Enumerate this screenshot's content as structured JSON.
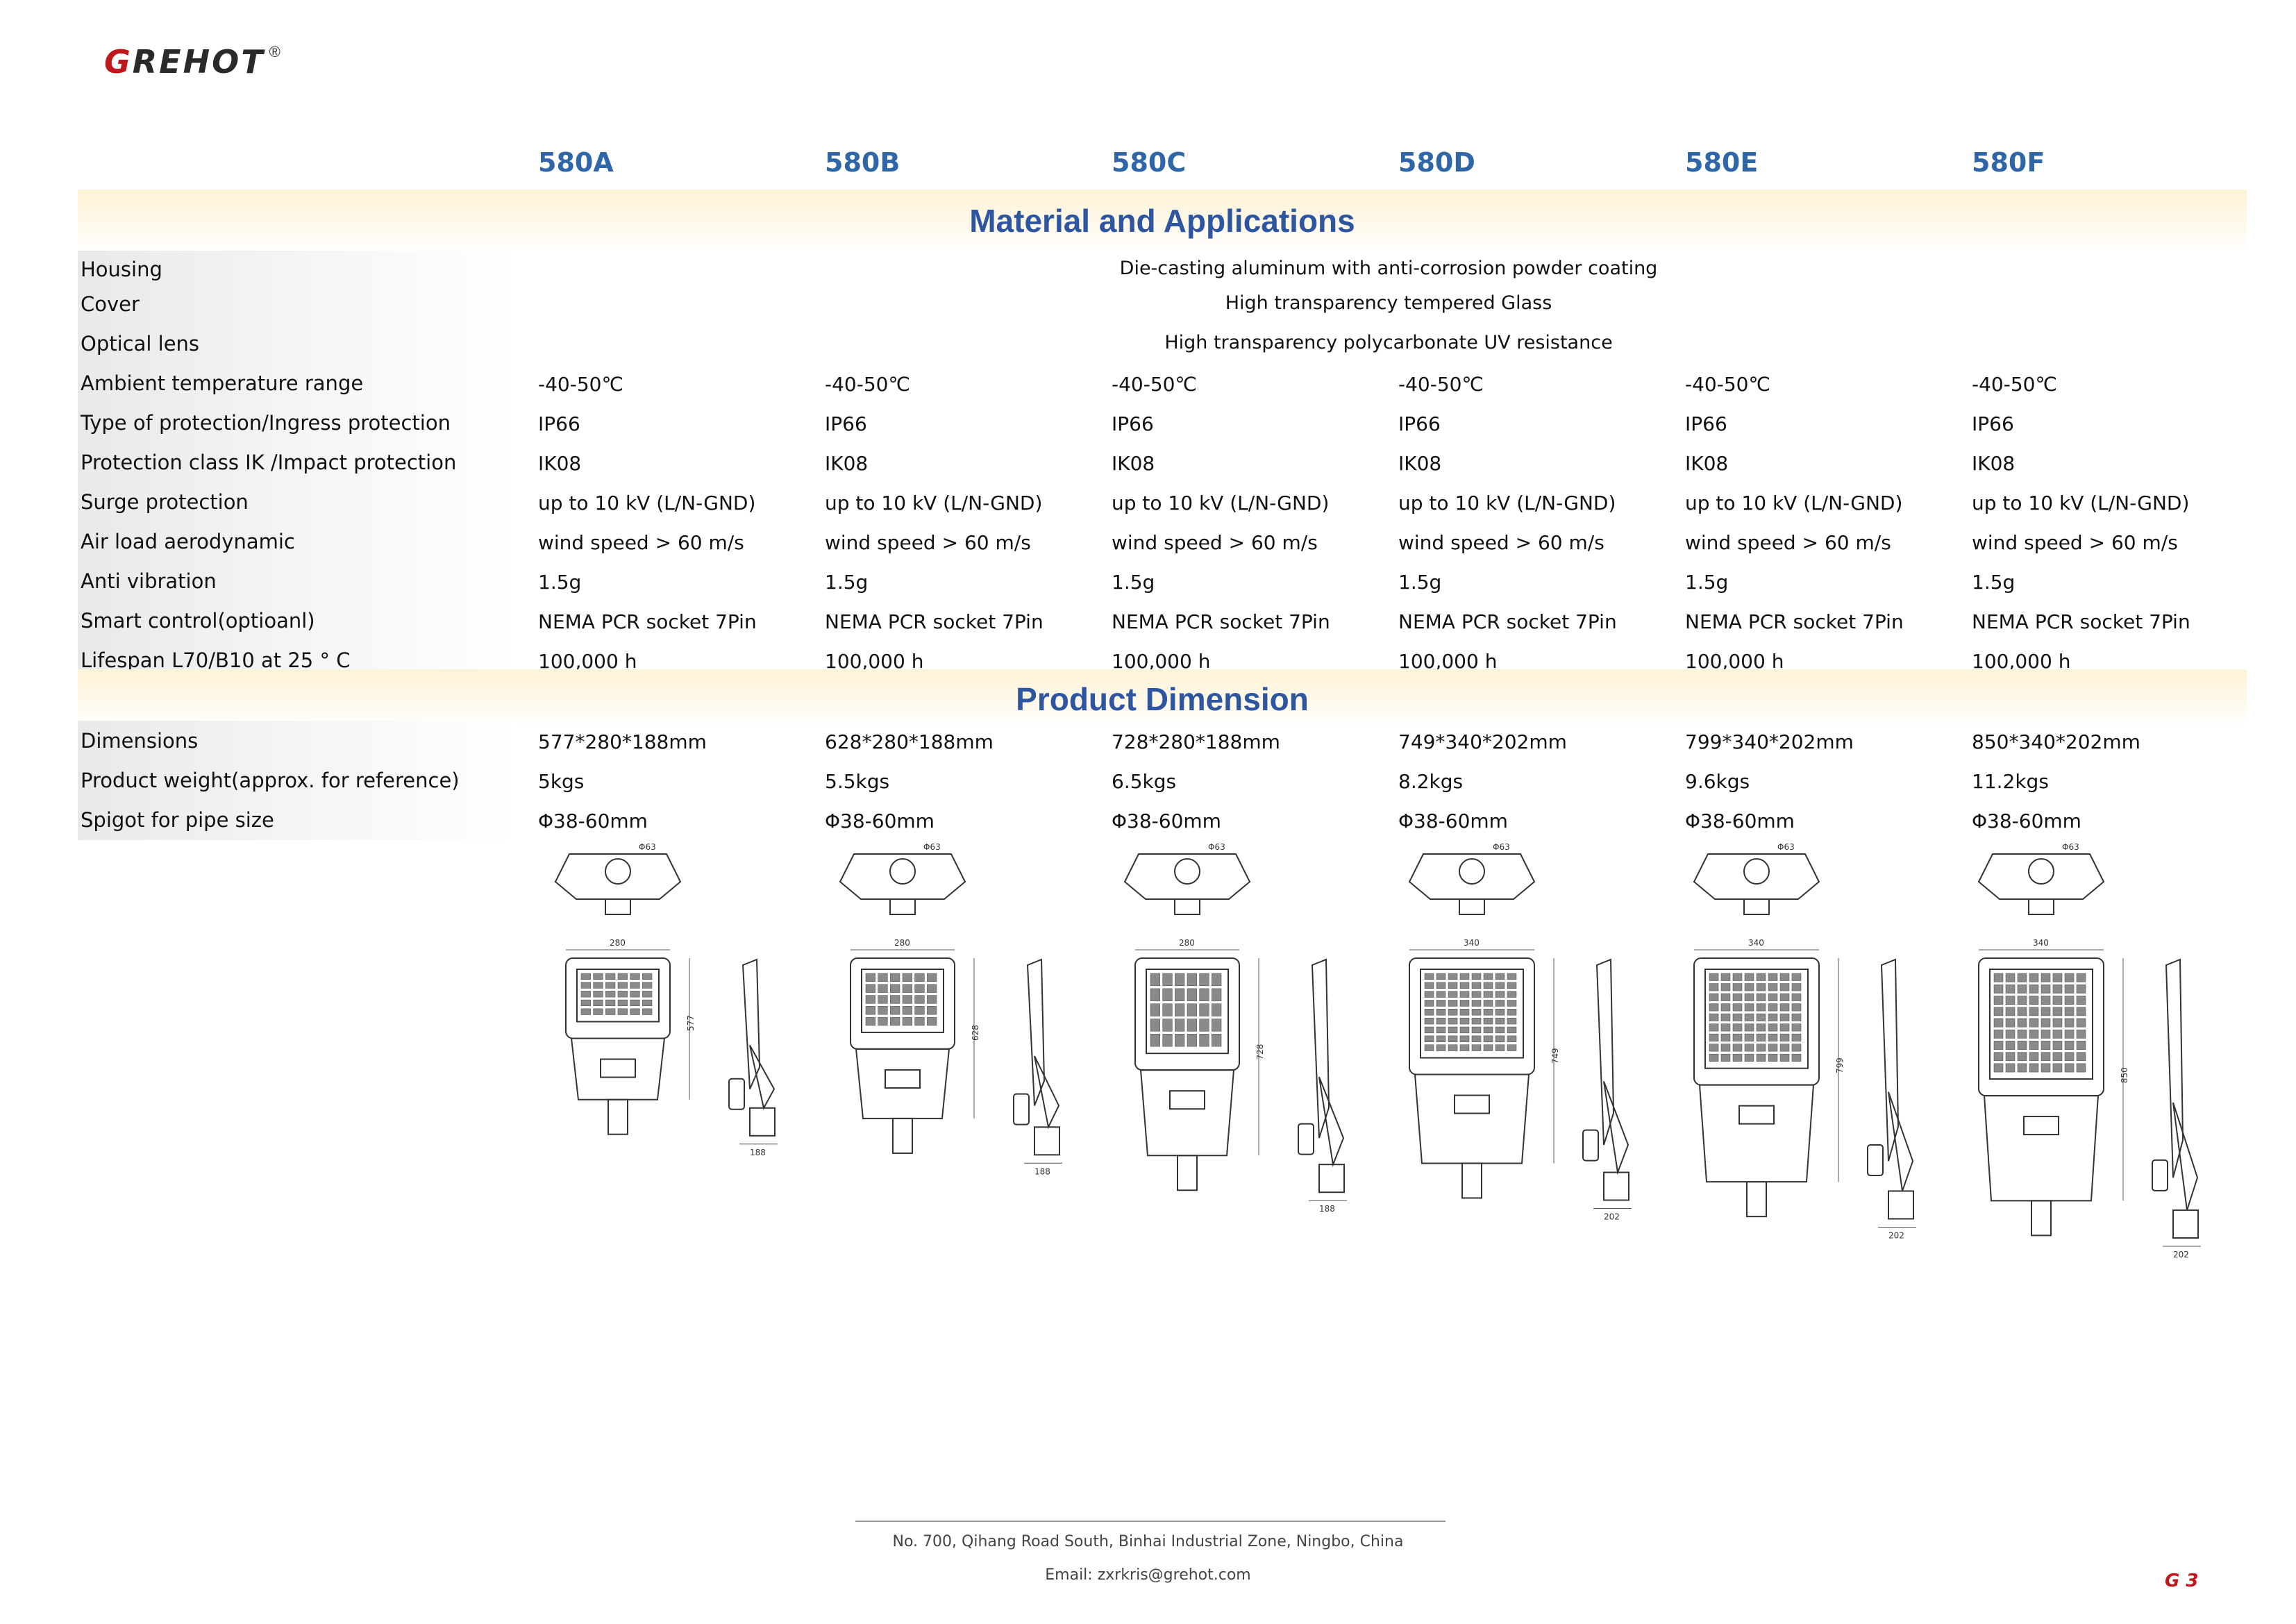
{
  "brand": {
    "logo_text": "GREHOT",
    "registered": "®"
  },
  "models": [
    "580A",
    "580B",
    "580C",
    "580D",
    "580E",
    "580F"
  ],
  "sections": {
    "material": "Material and Applications",
    "dimension": "Product Dimension"
  },
  "material_rows": [
    {
      "label": "Housing",
      "span": "Die-casting aluminum with anti-corrosion powder coating"
    },
    {
      "label": "Cover",
      "span": "High transparency tempered Glass"
    },
    {
      "label": "Optical lens",
      "span": "High transparency polycarbonate UV resistance"
    },
    {
      "label": "Ambient temperature range",
      "values": [
        "-40-50℃",
        "-40-50℃",
        "-40-50℃",
        "-40-50℃",
        "-40-50℃",
        "-40-50℃"
      ]
    },
    {
      "label": "Type of protection/Ingress protection",
      "values": [
        "IP66",
        "IP66",
        "IP66",
        "IP66",
        "IP66",
        "IP66"
      ]
    },
    {
      "label": "Protection class IK /Impact protection",
      "values": [
        "IK08",
        "IK08",
        "IK08",
        "IK08",
        "IK08",
        "IK08"
      ]
    },
    {
      "label": "Surge protection",
      "values": [
        "up to 10 kV (L/N-GND)",
        "up to 10 kV (L/N-GND)",
        "up to 10 kV (L/N-GND)",
        "up to 10 kV (L/N-GND)",
        "up to 10 kV (L/N-GND)",
        "up to 10 kV (L/N-GND)"
      ]
    },
    {
      "label": "Air load aerodynamic",
      "values": [
        "wind speed > 60 m/s",
        "wind speed > 60 m/s",
        "wind speed > 60 m/s",
        "wind speed > 60 m/s",
        "wind speed > 60 m/s",
        "wind speed > 60 m/s"
      ]
    },
    {
      "label": "Anti vibration",
      "values": [
        "1.5g",
        "1.5g",
        "1.5g",
        "1.5g",
        "1.5g",
        "1.5g"
      ]
    },
    {
      "label": "Smart control(optioanl)",
      "values": [
        "NEMA PCR socket 7Pin",
        "NEMA PCR socket 7Pin",
        "NEMA PCR socket 7Pin",
        "NEMA PCR socket 7Pin",
        "NEMA PCR socket 7Pin",
        "NEMA PCR socket 7Pin"
      ]
    },
    {
      "label": "Lifespan L70/B10 at 25 ° C",
      "values": [
        "100,000 h",
        "100,000 h",
        "100,000 h",
        "100,000 h",
        "100,000 h",
        "100,000 h"
      ]
    }
  ],
  "dimension_rows": [
    {
      "label": "Dimensions",
      "values": [
        "577*280*188mm",
        "628*280*188mm",
        "728*280*188mm",
        "749*340*202mm",
        "799*340*202mm",
        "850*340*202mm"
      ]
    },
    {
      "label": "Product weight(approx. for reference)",
      "values": [
        "5kgs",
        "5.5kgs",
        "6.5kgs",
        "8.2kgs",
        "9.6kgs",
        "11.2kgs"
      ]
    },
    {
      "label": "Spigot for pipe size",
      "values": [
        "Φ38-60mm",
        "Φ38-60mm",
        "Φ38-60mm",
        "Φ38-60mm",
        "Φ38-60mm",
        "Φ38-60mm"
      ]
    }
  ],
  "drawings": [
    {
      "model": "580A",
      "pipe": "Φ63",
      "width": "280",
      "length": "577",
      "depth": "188"
    },
    {
      "model": "580B",
      "pipe": "Φ63",
      "width": "280",
      "length": "628",
      "depth": "188"
    },
    {
      "model": "580C",
      "pipe": "Φ63",
      "width": "280",
      "length": "728",
      "depth": "188"
    },
    {
      "model": "580D",
      "pipe": "Φ63",
      "width": "340",
      "length": "749",
      "depth": "202"
    },
    {
      "model": "580E",
      "pipe": "Φ63",
      "width": "340",
      "length": "799",
      "depth": "202"
    },
    {
      "model": "580F",
      "pipe": "Φ63",
      "width": "340",
      "length": "850",
      "depth": "202"
    }
  ],
  "footer": {
    "address": "No. 700, Qihang Road South, Binhai Industrial Zone, Ningbo, China",
    "email": "Email: zxrkris@grehot.com",
    "page": "G 3"
  }
}
